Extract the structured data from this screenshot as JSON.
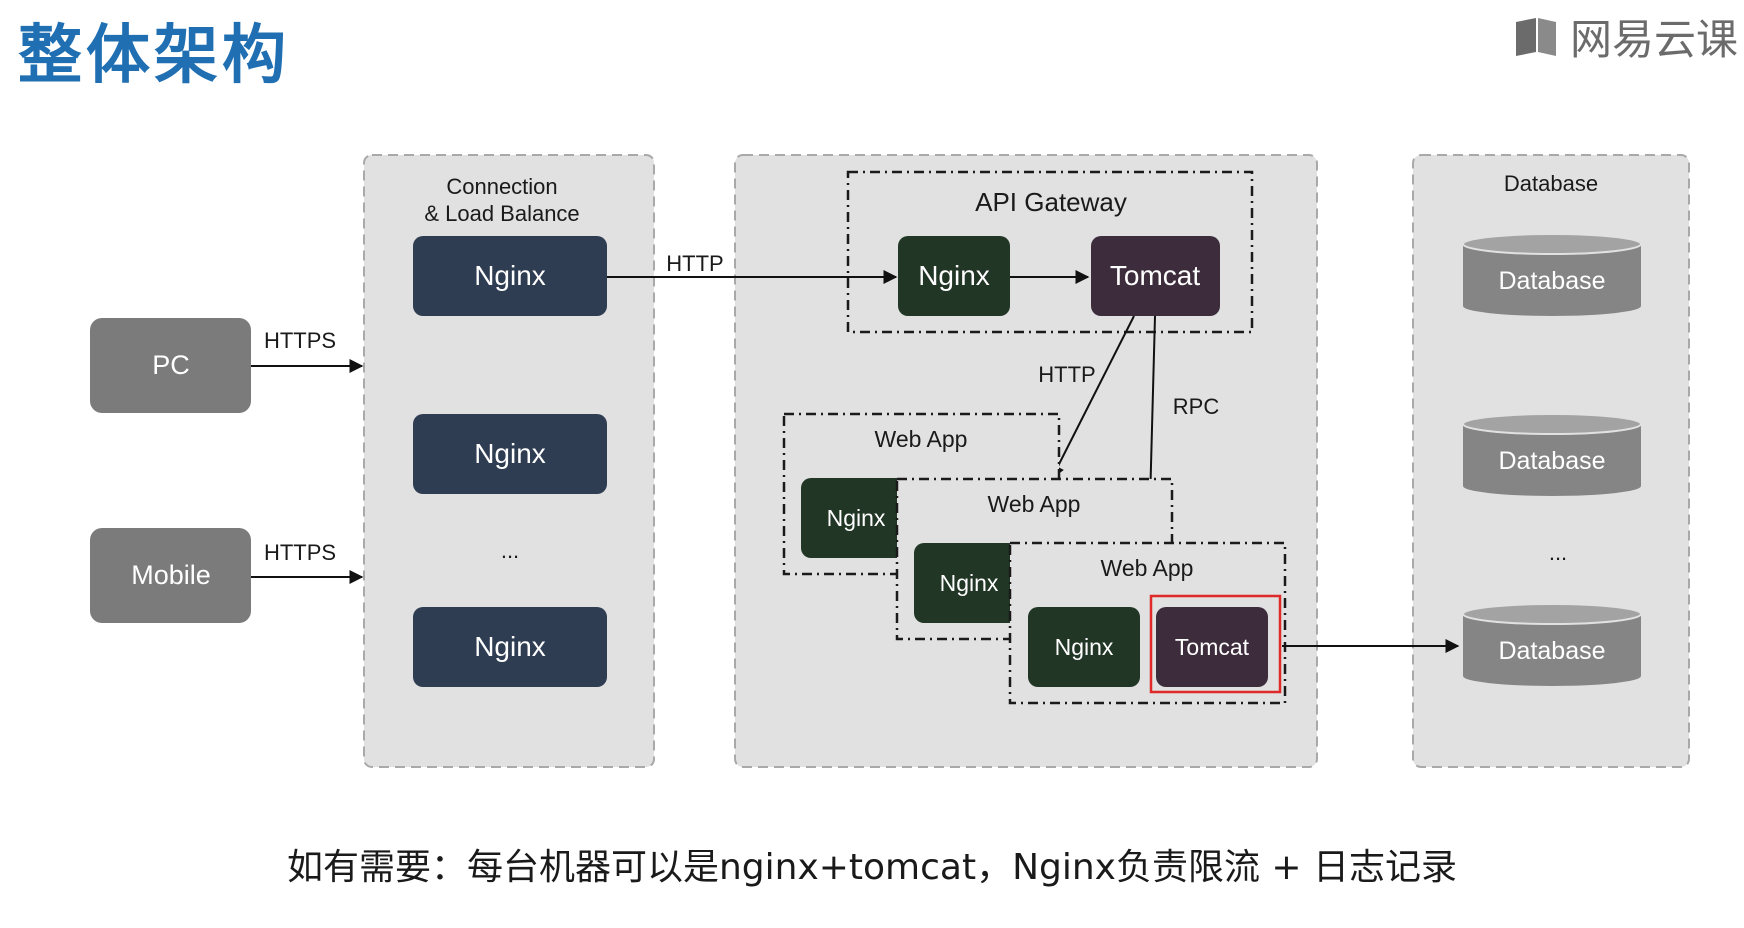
{
  "slide": {
    "title": "整体架构",
    "brand": "网易云课",
    "caption": "如有需要：每台机器可以是nginx+tomcat，Nginx负责限流 + 日志记录"
  },
  "clients": {
    "pc": "PC",
    "mobile": "Mobile",
    "edge_label": "HTTPS"
  },
  "load_balance": {
    "title_line1": "Connection",
    "title_line2": "& Load Balance",
    "node": "Nginx",
    "ellipsis": "..."
  },
  "gateway": {
    "title": "API Gateway",
    "nginx": "Nginx",
    "tomcat": "Tomcat",
    "edge_http": "HTTP",
    "edge_http_webapp": "HTTP",
    "edge_rpc": "RPC"
  },
  "webapps": {
    "title": "Web App",
    "nginx": "Nginx",
    "tomcat": "Tomcat"
  },
  "database": {
    "title": "Database",
    "node": "Database",
    "ellipsis": "..."
  },
  "colors": {
    "panel": "#e1e1e1",
    "lb_nginx": "#2f3d52",
    "app_nginx": "#223626",
    "tomcat": "#3d2d3c",
    "client": "#7b7b7b",
    "db": "#858585",
    "highlight": "#e02a2a",
    "title": "#1f6fb2"
  }
}
